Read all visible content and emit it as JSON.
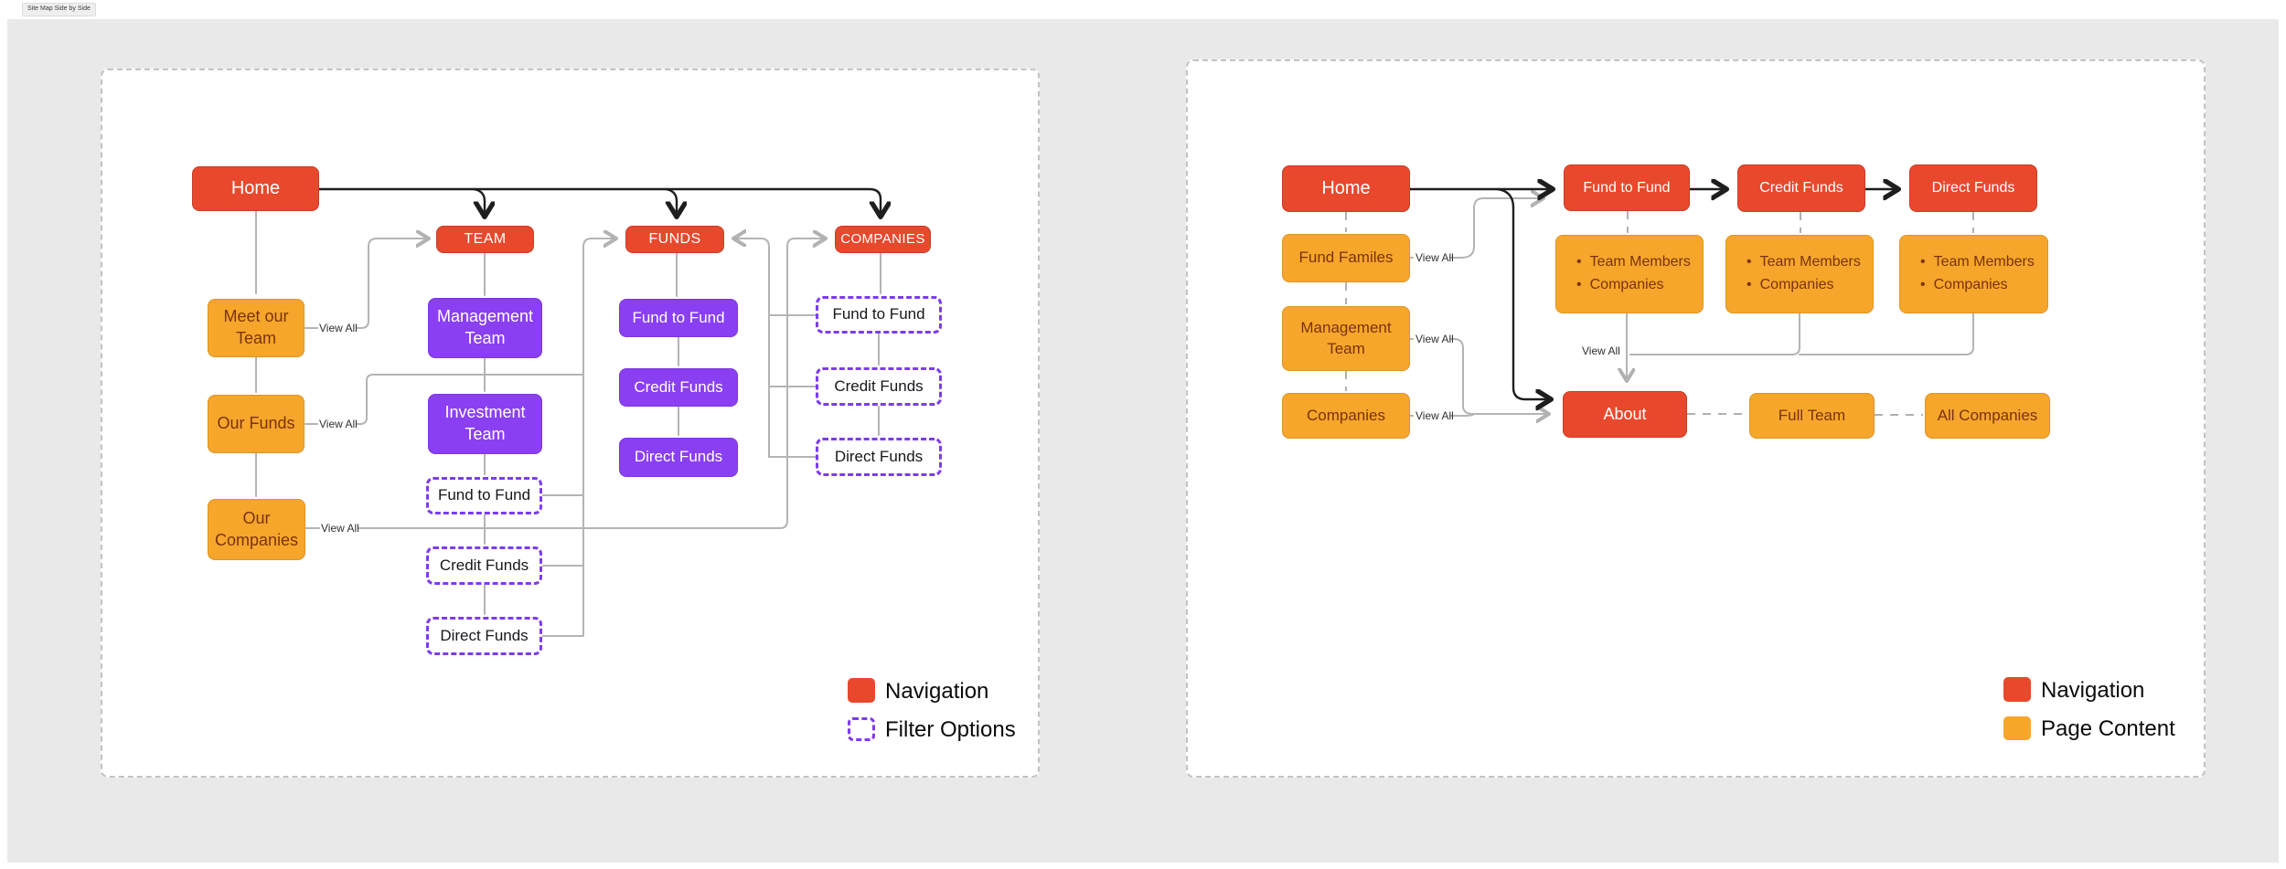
{
  "app": {
    "tab": "Site Map Side by Side"
  },
  "colors": {
    "navigation_red": "#e8482c",
    "page_content_orange": "#f6a62b",
    "filter_purple": "#7d3bef",
    "subpage_purple": "#8a3ff2"
  },
  "shared": {
    "view_all": "View All"
  },
  "left": {
    "home": "Home",
    "team": "TEAM",
    "funds": "FUNDS",
    "companies": "COMPANIES",
    "meet_our_team": "Meet our Team",
    "our_funds": "Our Funds",
    "our_companies": "Our Companies",
    "management_team": "Management Team",
    "investment_team": "Investment Team",
    "fund_to_fund": "Fund to Fund",
    "credit_funds": "Credit Funds",
    "direct_funds": "Direct Funds",
    "legend": {
      "navigation": "Navigation",
      "filter_options": "Filter Options"
    }
  },
  "right": {
    "home": "Home",
    "fund_to_fund": "Fund to Fund",
    "credit_funds": "Credit Funds",
    "direct_funds": "Direct Funds",
    "fund_familes": "Fund Familes",
    "management_team": "Management Team",
    "companies": "Companies",
    "team_members": "Team Members",
    "companies_bullet": "Companies",
    "about": "About",
    "full_team": "Full Team",
    "all_companies": "All Companies",
    "legend": {
      "navigation": "Navigation",
      "page_content": "Page Content"
    }
  }
}
